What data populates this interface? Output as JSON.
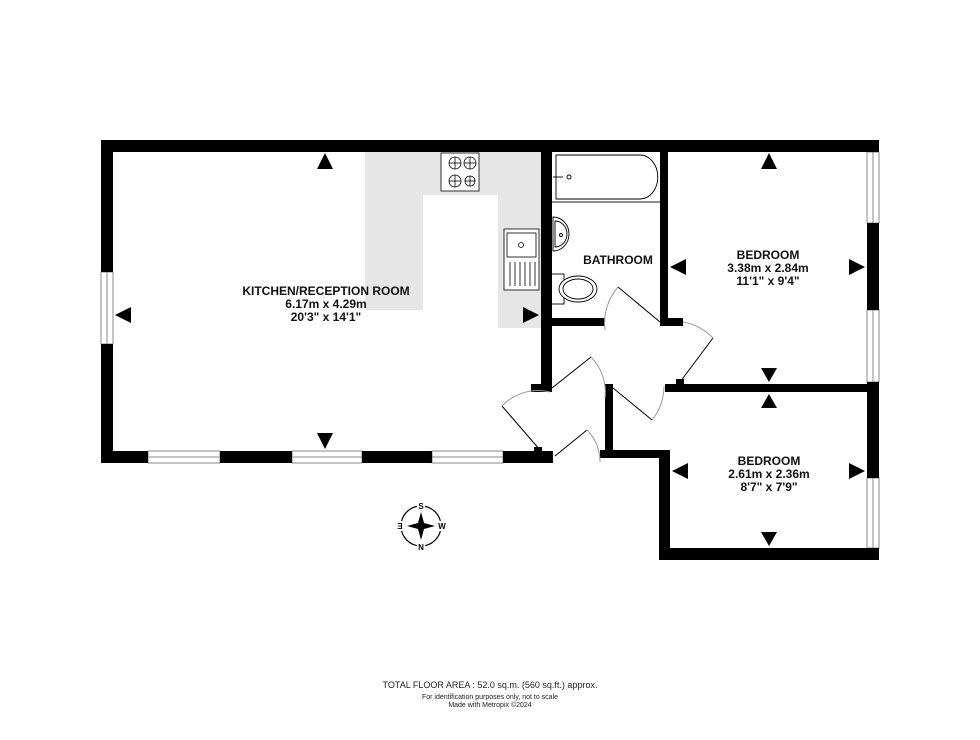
{
  "rooms": [
    {
      "id": "kitchen",
      "name": "KITCHEN/RECEPTION ROOM",
      "metric": "6.17m  x 4.29m",
      "imperial": "20'3\"  x 14'1\""
    },
    {
      "id": "bathroom",
      "name": "BATHROOM"
    },
    {
      "id": "bedroom1",
      "name": "BEDROOM",
      "metric": "3.38m  x 2.84m",
      "imperial": "11'1\"  x 9'4\""
    },
    {
      "id": "bedroom2",
      "name": "BEDROOM",
      "metric": "2.61m  x 2.36m",
      "imperial": "8'7\"  x 7'9\""
    }
  ],
  "compass": {
    "n": "N",
    "s": "S",
    "e": "E",
    "w": "W"
  },
  "footer": {
    "total_area": "TOTAL FLOOR AREA : 52.0 sq.m. (560 sq.ft.) approx.",
    "disclaimer": "For identification purposes only, not to scale",
    "credit": "Made with Metropix ©2024"
  },
  "colors": {
    "wall": "#000000",
    "counter": "#e6e6e6",
    "background": "#ffffff",
    "window": "#8a8a8a"
  }
}
